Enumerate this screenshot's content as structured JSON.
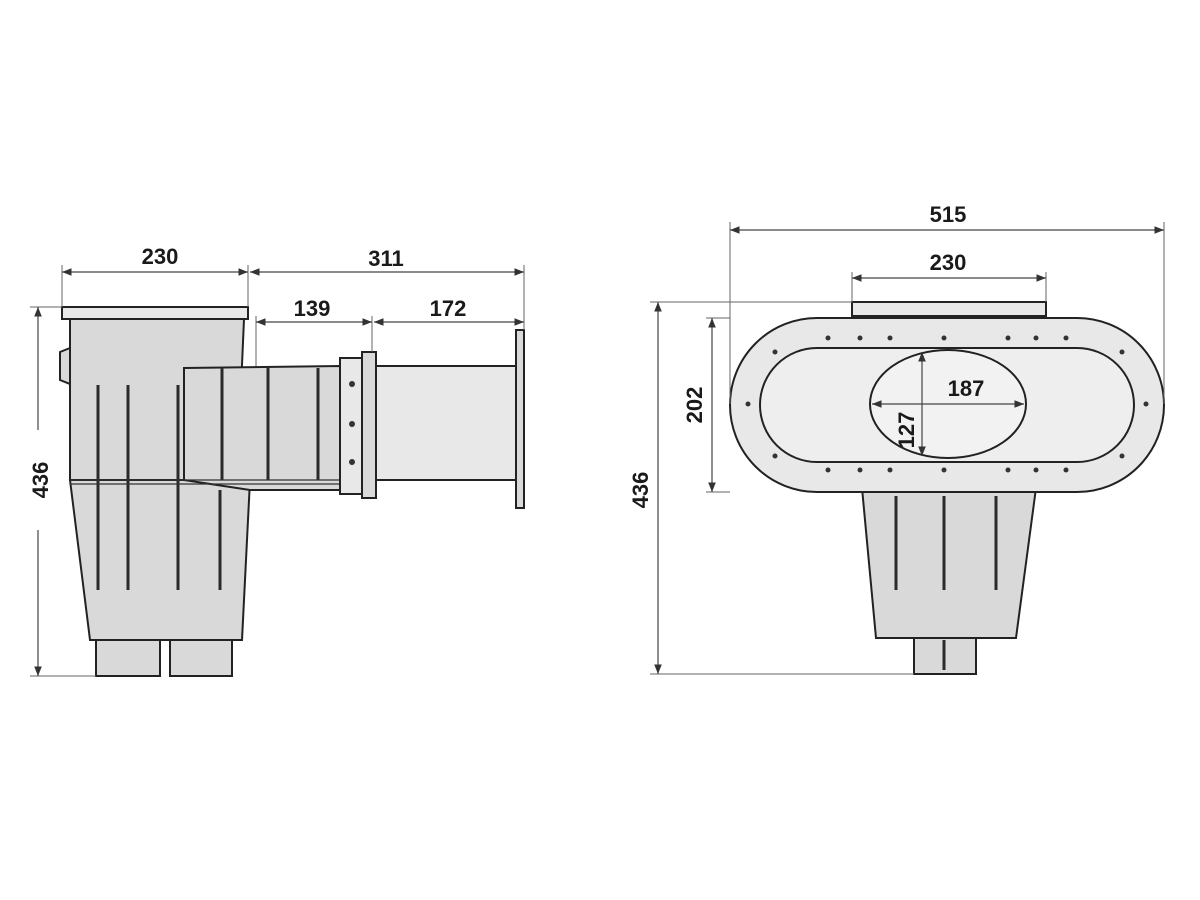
{
  "side_view": {
    "dimensions": {
      "top_width": "230",
      "extension_length": "311",
      "pipe_section": "139",
      "flange_section": "172",
      "total_height": "436"
    }
  },
  "front_view": {
    "dimensions": {
      "overall_width": "515",
      "top_width": "230",
      "frame_height": "202",
      "opening_width": "187",
      "opening_height": "127",
      "total_height": "436"
    }
  }
}
